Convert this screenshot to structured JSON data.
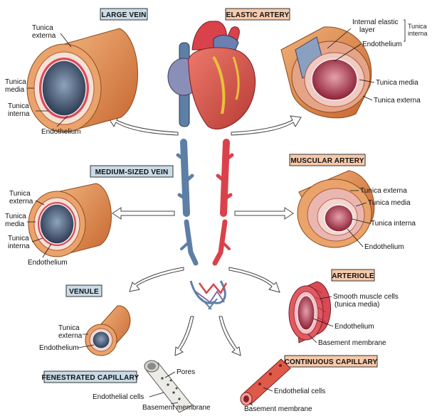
{
  "titles": {
    "large_vein": "LARGE VEIN",
    "elastic_artery": "ELASTIC ARTERY",
    "medium_vein": "MEDIUM-SIZED VEIN",
    "muscular_artery": "MUSCULAR ARTERY",
    "venule": "VENULE",
    "arteriole": "ARTERIOLE",
    "fenestrated_capillary": "FENESTRATED CAPILLARY",
    "continuous_capillary": "CONTINUOUS CAPILLARY"
  },
  "labels": {
    "large_vein": {
      "externa_1": "Tunica",
      "externa_2": "externa",
      "media_1": "Tunica",
      "media_2": "media",
      "interna_1": "Tunica",
      "interna_2": "interna",
      "endothelium": "Endothelium"
    },
    "elastic_artery": {
      "elastic_1": "Internal elastic",
      "elastic_2": "layer",
      "tunica_interna_1": "Tunica",
      "tunica_interna_2": "interna",
      "endothelium": "Endothelium",
      "media": "Tunica media",
      "externa": "Tunica externa"
    },
    "medium_vein": {
      "externa_1": "Tunica",
      "externa_2": "externa",
      "media_1": "Tunica",
      "media_2": "media",
      "interna_1": "Tunica",
      "interna_2": "interna",
      "endothelium": "Endothelium"
    },
    "muscular_artery": {
      "externa": "Tunica externa",
      "media": "Tunica media",
      "interna": "Tunica interna",
      "endothelium": "Endothelium"
    },
    "venule": {
      "externa_1": "Tunica",
      "externa_2": "externa",
      "endothelium": "Endothelium"
    },
    "arteriole": {
      "smooth_1": "Smooth muscle cells",
      "smooth_2": "(tunica media)",
      "endothelium": "Endothelium",
      "basement": "Basement membrane"
    },
    "fenestrated_capillary": {
      "pores": "Pores",
      "endothelial": "Endothelial cells",
      "basement": "Basement membrane"
    },
    "continuous_capillary": {
      "endothelial": "Endothelial cells",
      "basement": "Basement membrane"
    }
  },
  "colors": {
    "externa": "#d9844a",
    "media": "#e9b7b0",
    "lumen_vein": "#3f4f6b",
    "lumen_artery": "#9a2b3e",
    "vein": "#5d7fa6",
    "artery": "#d9424a",
    "heart": "#d9564c",
    "title_vein": "#c9dbe6",
    "title_artery": "#f6c9ab"
  }
}
